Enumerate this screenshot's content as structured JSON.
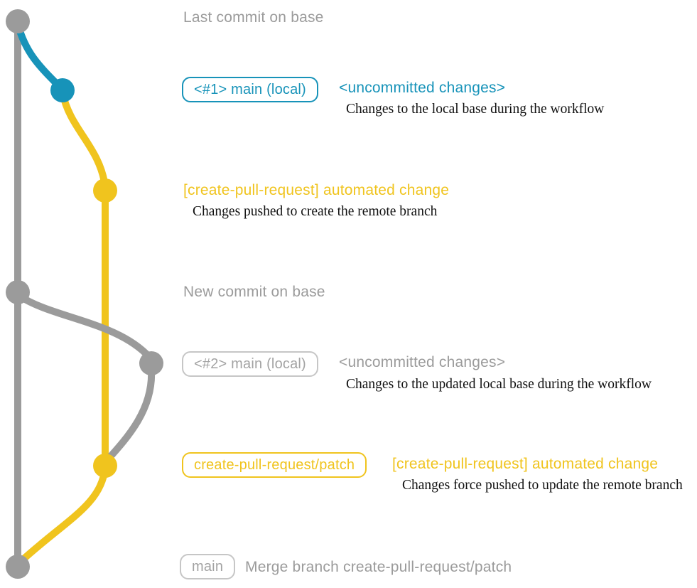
{
  "colors": {
    "gray": "#9b9b9b",
    "blue": "#1793b9",
    "yellow": "#f0c41e",
    "badge_gray_border": "#c6c6c6",
    "badge_gray_text": "#a3a3a3",
    "desc_text": "#111111"
  },
  "annotations": {
    "last_commit": {
      "title": "Last commit on base"
    },
    "local_main_1": {
      "badge": "<#1> main (local)",
      "status": "<uncommitted changes>",
      "desc": "Changes to the local base during the workflow"
    },
    "automated_change_1": {
      "title": "[create-pull-request] automated change",
      "desc": "Changes pushed to create the remote branch"
    },
    "new_commit": {
      "title": "New commit on base"
    },
    "local_main_2": {
      "badge": "<#2> main (local)",
      "status": "<uncommitted changes>",
      "desc": "Changes to the updated local base during the workflow"
    },
    "patch_branch": {
      "badge": "create-pull-request/patch",
      "title": "[create-pull-request] automated change",
      "desc": "Changes force pushed to update the remote branch"
    },
    "merge_commit": {
      "badge": "main",
      "title": "Merge branch create-pull-request/patch"
    }
  }
}
